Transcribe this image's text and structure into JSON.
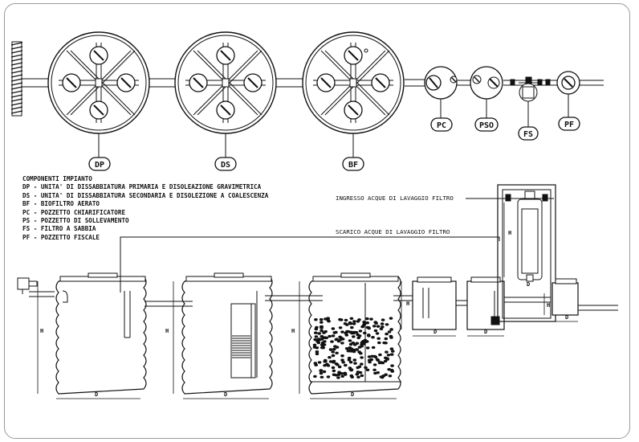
{
  "plan_labels": {
    "dp": "DP",
    "ds": "DS",
    "bf": "BF",
    "pc": "PC",
    "pso": "PSO",
    "fs": "FS",
    "pf": "PF"
  },
  "legend": {
    "title": "COMPONENTI IMPIANTO",
    "items": [
      "DP - UNITA' DI DISSABBIATURA PRIMARIA E DISOLEAZIONE GRAVIMETRICA",
      "DS - UNITA' DI DISSABBIATURA SECONDARIA E DISOLEZIONE A COALESCENZA",
      "BF - BIOFILTRO AERATO",
      "PC - POZZETTO CHIARIFICATORE",
      "PS - POZZETTO DI SOLLEVAMENTO",
      "FS - FILTRO A SABBIA",
      "PF - POZZETTO FISCALE"
    ]
  },
  "notes": {
    "ingresso": "INGRESSO ACQUE DI LAVAGGIO FILTRO",
    "scarico": "SCARICO ACQUE DI LAVAGGIO FILTRO"
  },
  "dimensions": {
    "height": "H",
    "diameter": "D"
  },
  "colors": {
    "line": "#111111",
    "frame": "#9a9a9a"
  }
}
